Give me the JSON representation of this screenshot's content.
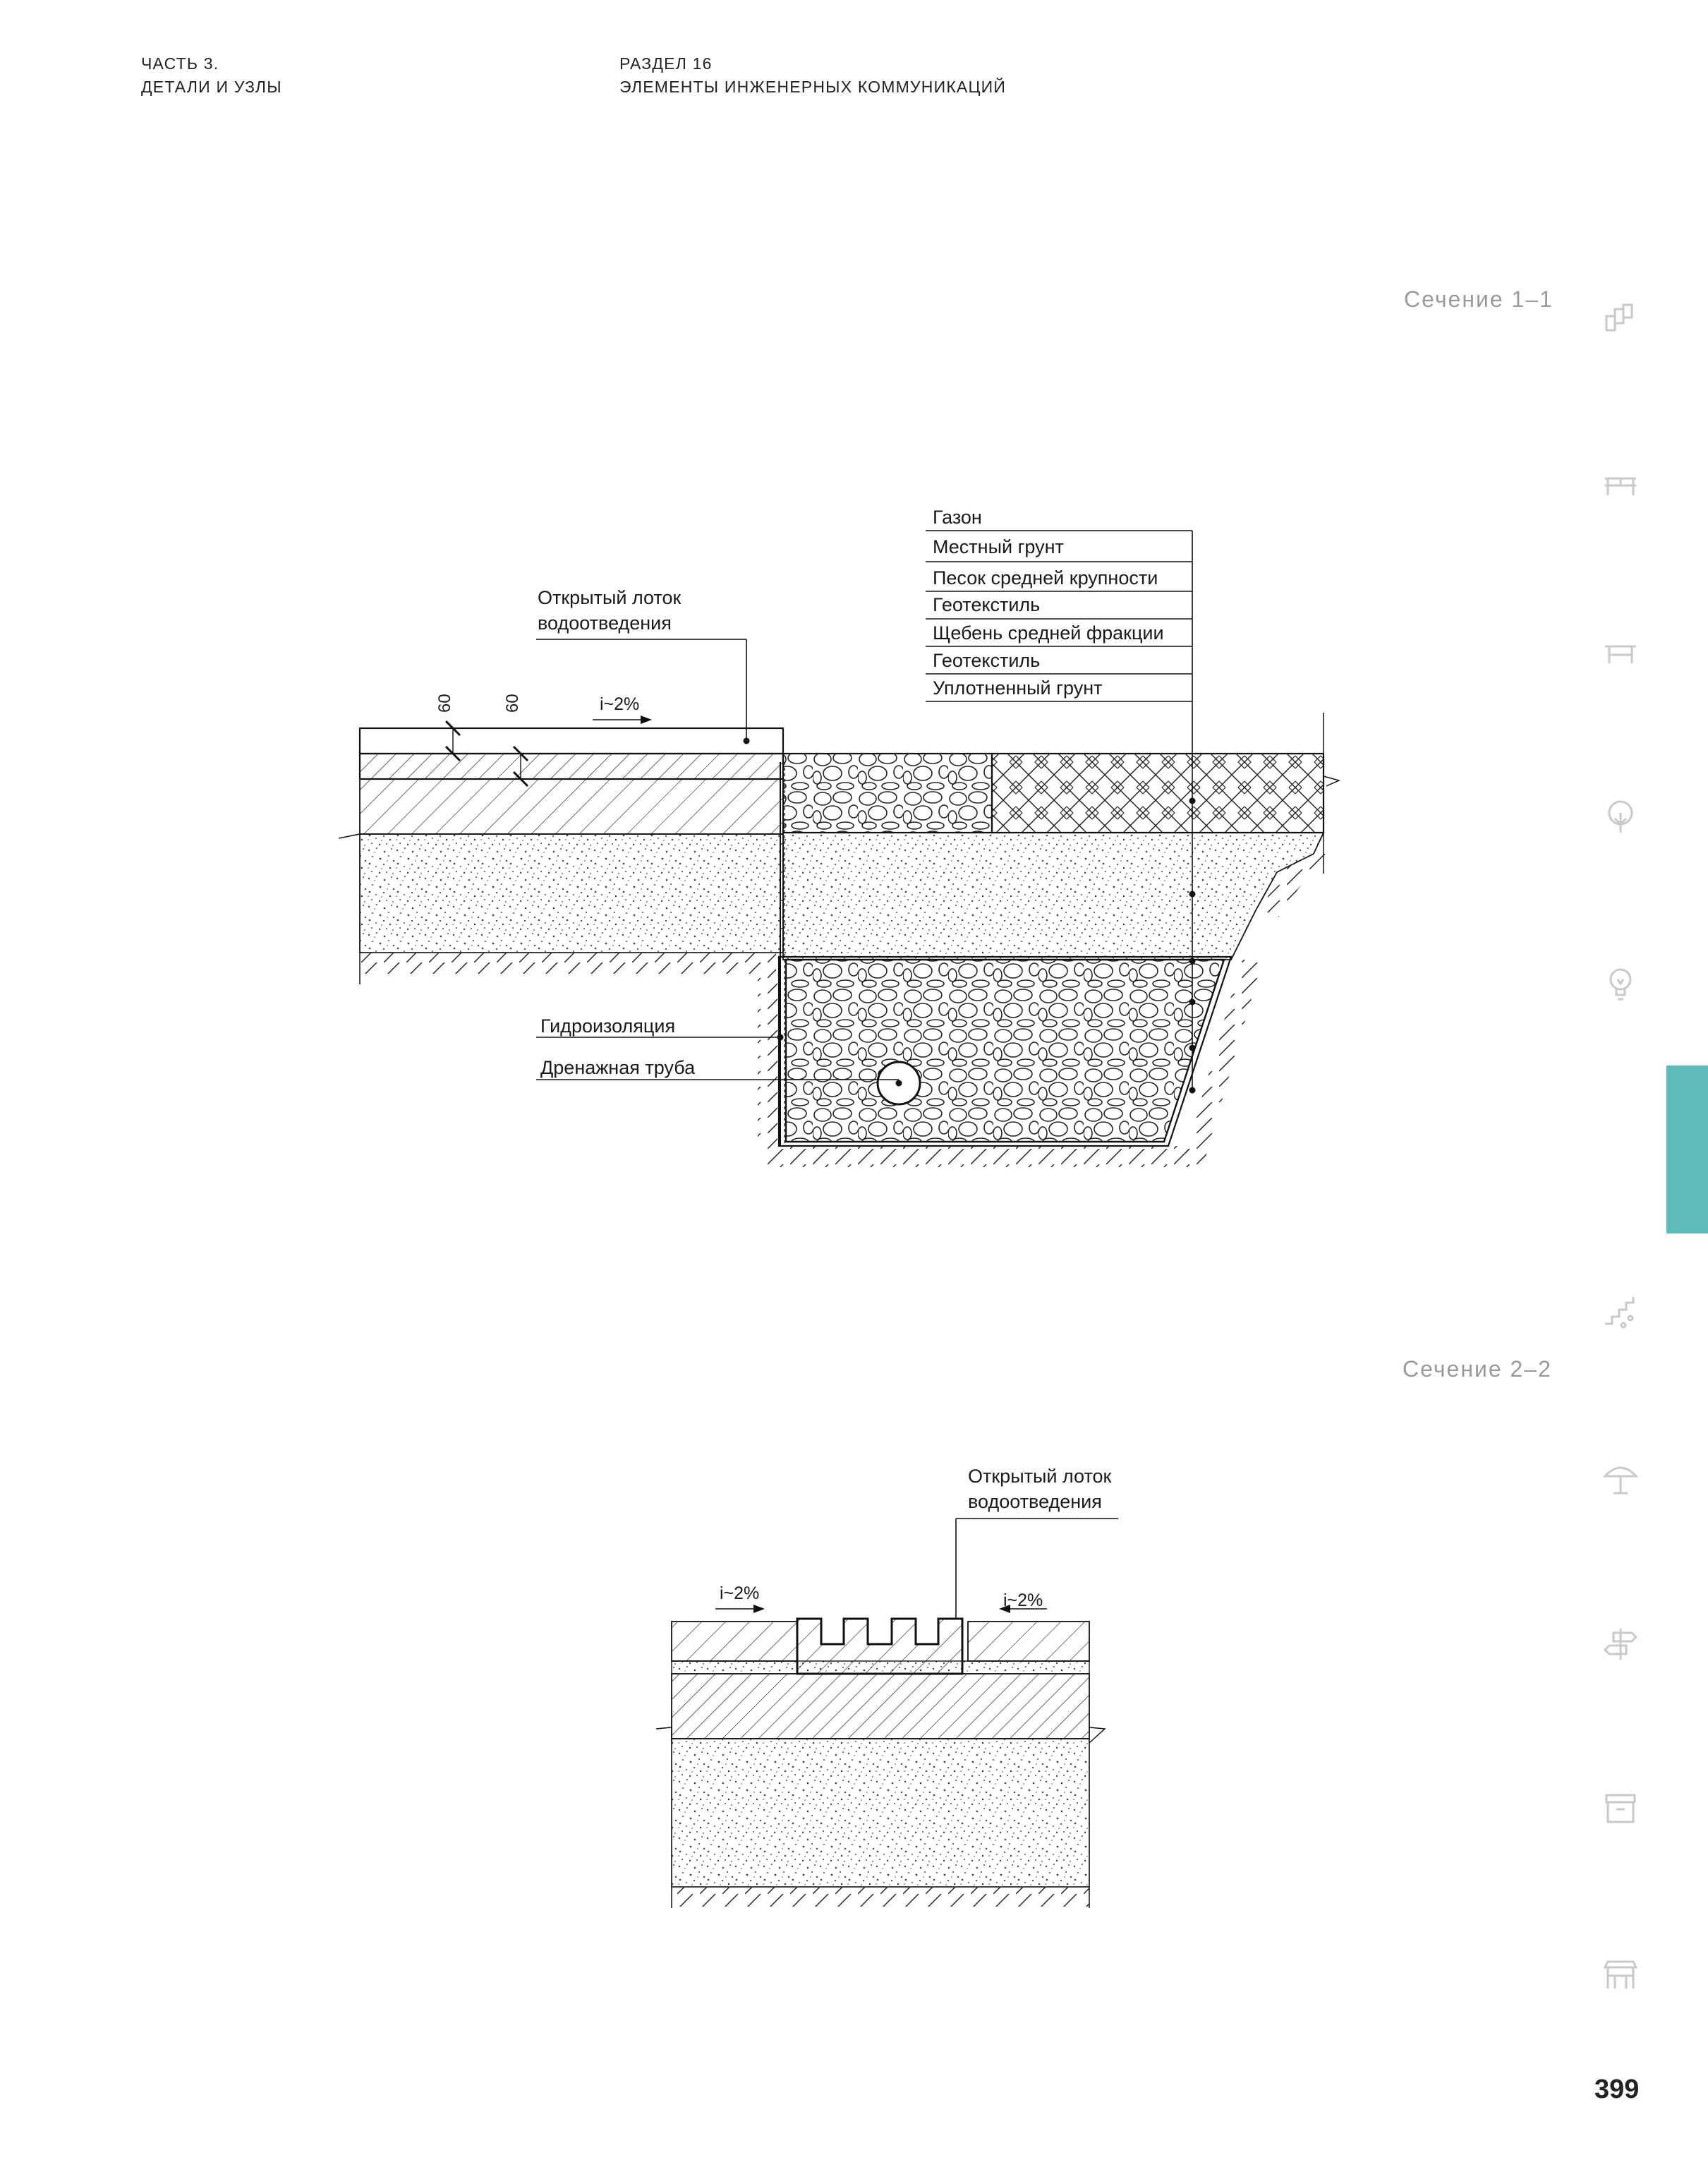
{
  "header": {
    "left_line1": "ЧАСТЬ 3.",
    "left_line2": "ДЕТАЛИ И УЗЛЫ",
    "right_line1": "РАЗДЕЛ 16",
    "right_line2": "ЭЛЕМЕНТЫ ИНЖЕНЕРНЫХ КОММУНИКАЦИЙ"
  },
  "section1": {
    "title": "Сечение 1–1",
    "layers": [
      "Газон",
      "Местный грунт",
      "Песок средней крупности",
      "Геотекстиль",
      "Щебень средней фракции",
      "Геотекстиль",
      "Уплотненный грунт"
    ],
    "channel_line1": "Открытый лоток",
    "channel_line2": "водоотведения",
    "slope": "i~2%",
    "dim_a": "60",
    "dim_b": "60",
    "waterproofing": "Гидроизоляция",
    "drain_pipe": "Дренажная труба"
  },
  "section2": {
    "title": "Сечение 2–2",
    "channel_line1": "Открытый лоток",
    "channel_line2": "водоотведения",
    "slope_left": "i~2%",
    "slope_right": "i~2%"
  },
  "page_number": "399",
  "sidebar": {
    "icons": [
      "paving-blocks-icon",
      "bench-icon",
      "table-icon",
      "tree-icon",
      "lamp-bulb-icon",
      "drainage-pipe-icon",
      "stairs-icon",
      "umbrella-icon",
      "signpost-icon",
      "bin-icon",
      "kiosk-icon"
    ],
    "active_index": 5,
    "accent_color": "#5bbcbb",
    "icon_color": "#c9c9c9"
  }
}
